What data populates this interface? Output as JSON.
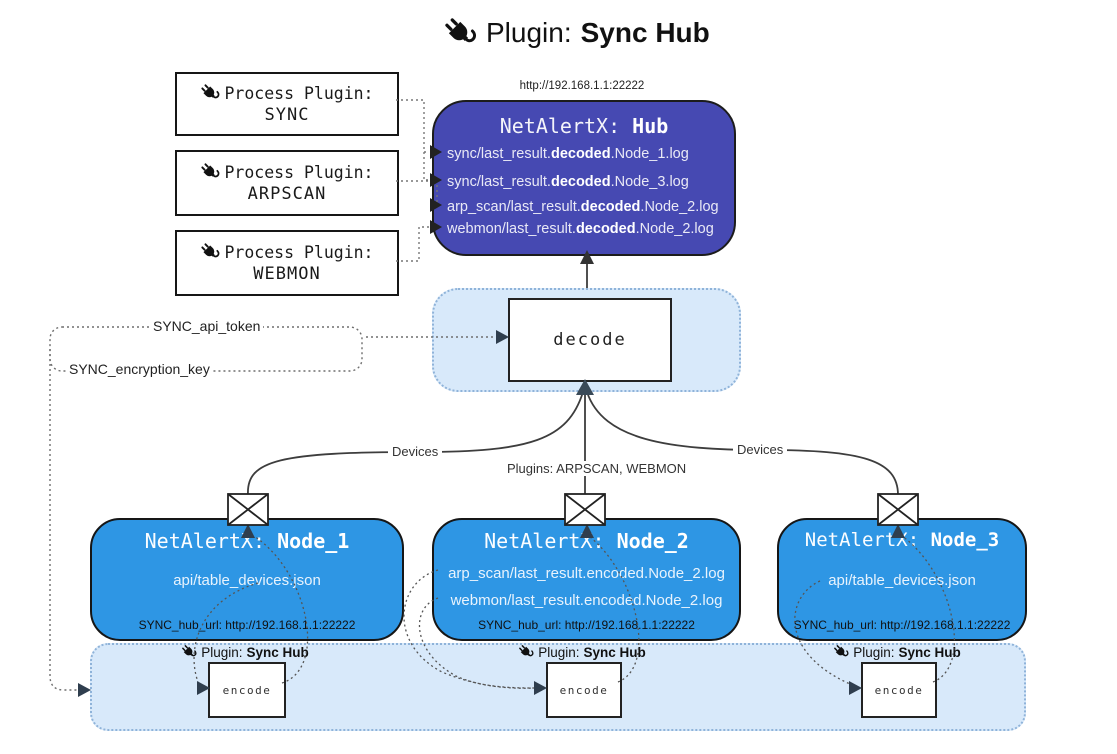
{
  "colors": {
    "hub_fill": "#4649b2",
    "node_fill": "#2e96e4",
    "panel_fill": "#d8e9fa",
    "panel_border": "#8fb3d9",
    "box_border": "#1c1c1c",
    "hub_text": "#e9e9f6",
    "node_text": "#e8f3fd"
  },
  "header": {
    "icon": "plug-icon",
    "prefix": "Plugin: ",
    "bold": "Sync Hub"
  },
  "process_plugins": [
    {
      "label": "Process Plugin:",
      "name": "SYNC"
    },
    {
      "label": "Process Plugin:",
      "name": "ARPSCAN"
    },
    {
      "label": "Process Plugin:",
      "name": "WEBMON"
    }
  ],
  "hub": {
    "url": "http://192.168.1.1:22222",
    "title_prefix": "NetAlertX: ",
    "title_bold": "Hub",
    "lines": [
      {
        "pre": "sync/last_result.",
        "bold": "decoded",
        "post": ".Node_1.log"
      },
      {
        "pre": "sync/last_result.",
        "bold": "decoded",
        "post": ".Node_3.log"
      },
      {
        "pre": "arp_scan/last_result.",
        "bold": "decoded",
        "post": ".Node_2.log"
      },
      {
        "pre": "webmon/last_result.",
        "bold": "decoded",
        "post": ".Node_2.log"
      }
    ]
  },
  "decode": {
    "label": "decode"
  },
  "settings": {
    "api_token": "SYNC_api_token",
    "encryption_key": "SYNC_encryption_key"
  },
  "edge_labels": {
    "devices_left": "Devices",
    "plugins": "Plugins: ARPSCAN, WEBMON",
    "devices_right": "Devices"
  },
  "nodes": [
    {
      "title_prefix": "NetAlertX: ",
      "title_bold": "Node_1",
      "lines": [
        "api/table_devices.json"
      ],
      "hub_url": "SYNC_hub_url: http://192.168.1.1:22222"
    },
    {
      "title_prefix": "NetAlertX: ",
      "title_bold": "Node_2",
      "lines": [
        "arp_scan/last_result.encoded.Node_2.log",
        "webmon/last_result.encoded.Node_2.log"
      ],
      "hub_url": "SYNC_hub_url: http://192.168.1.1:22222"
    },
    {
      "title_prefix": "NetAlertX: ",
      "title_bold": "Node_3",
      "lines": [
        "api/table_devices.json"
      ],
      "hub_url": "SYNC_hub_url: http://192.168.1.1:22222"
    }
  ],
  "encoders": [
    {
      "label_prefix": "Plugin: ",
      "label_bold": "Sync Hub",
      "box_label": "encode"
    },
    {
      "label_prefix": "Plugin: ",
      "label_bold": "Sync Hub",
      "box_label": "encode"
    },
    {
      "label_prefix": "Plugin: ",
      "label_bold": "Sync Hub",
      "box_label": "encode"
    }
  ]
}
